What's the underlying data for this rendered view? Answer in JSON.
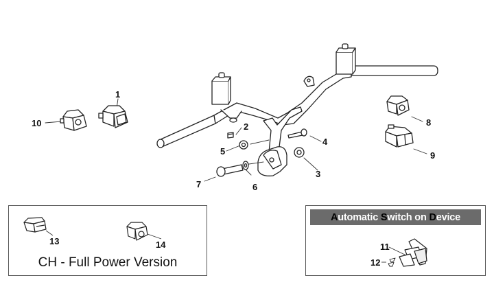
{
  "diagram": {
    "type": "exploded-parts-diagram",
    "subject": "Handlebar frame with switches",
    "callouts": [
      {
        "id": "1",
        "label": "1",
        "part": "switch-rocker-a"
      },
      {
        "id": "2",
        "label": "2",
        "part": "screw-small"
      },
      {
        "id": "3",
        "label": "3",
        "part": "nut"
      },
      {
        "id": "4",
        "label": "4",
        "part": "bolt-short"
      },
      {
        "id": "5",
        "label": "5",
        "part": "nut-flange"
      },
      {
        "id": "6",
        "label": "6",
        "part": "washer"
      },
      {
        "id": "7",
        "label": "7",
        "part": "bolt-long"
      },
      {
        "id": "8",
        "label": "8",
        "part": "switch-round-button"
      },
      {
        "id": "9",
        "label": "9",
        "part": "switch-rocker-b"
      },
      {
        "id": "10",
        "label": "10",
        "part": "switch-round-button"
      },
      {
        "id": "11",
        "label": "11",
        "part": "automatic-switch-bracket"
      },
      {
        "id": "12",
        "label": "12",
        "part": "spring-clip"
      },
      {
        "id": "13",
        "label": "13",
        "part": "switch-rocker-ch"
      },
      {
        "id": "14",
        "label": "14",
        "part": "switch-round-button-ch"
      }
    ]
  },
  "inset_left": {
    "caption": "CH - Full Power Version"
  },
  "inset_right": {
    "header_parts": [
      {
        "text": "A",
        "emphasis": true
      },
      {
        "text": "utomatic ",
        "emphasis": false
      },
      {
        "text": "S",
        "emphasis": true
      },
      {
        "text": "witch on ",
        "emphasis": false
      },
      {
        "text": "D",
        "emphasis": true
      },
      {
        "text": "evice",
        "emphasis": false
      }
    ]
  },
  "colors": {
    "line": "#222222",
    "header_bg": "#6b6b6b",
    "header_text": "#ffffff",
    "header_emphasis": "#000000"
  }
}
